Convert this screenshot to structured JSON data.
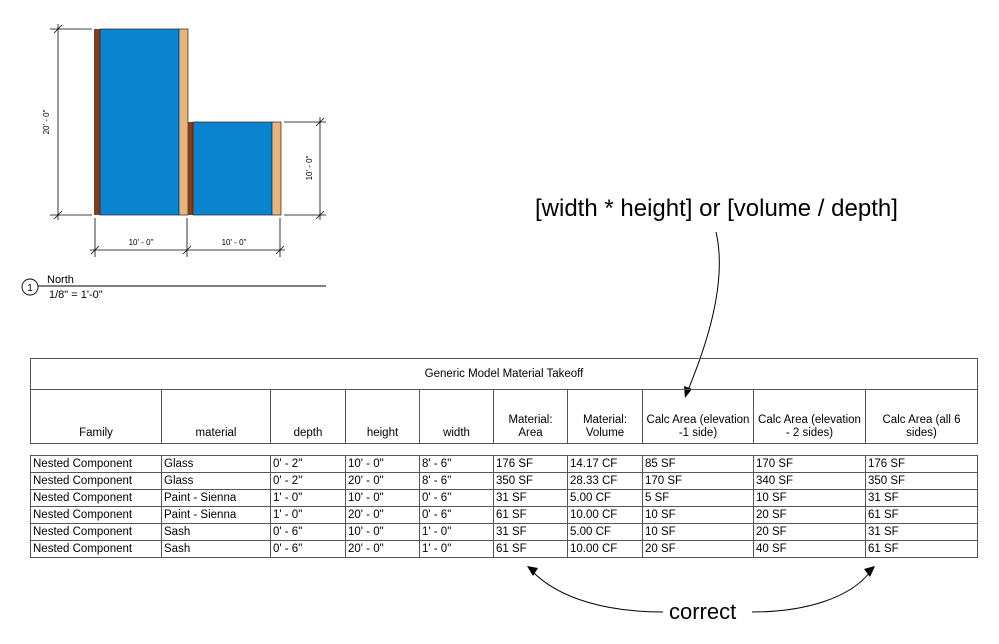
{
  "plan": {
    "dim_left": "20' - 0\"",
    "dim_right": "10' - 0\"",
    "dim_bottom_left": "10' - 0\"",
    "dim_bottom_right": "10' - 0\"",
    "view_number": "1",
    "view_name": "North",
    "view_scale": "1/8\" = 1'-0\"",
    "colors": {
      "glass": "#0b84cf",
      "sienna": "#7d3e22",
      "sash": "#e7b57c"
    }
  },
  "annotations": {
    "formula": "[width * height] or  [volume / depth]",
    "correct": "correct"
  },
  "schedule": {
    "title": "Generic Model Material Takeoff",
    "headers": [
      "Family",
      "material",
      "depth",
      "height",
      "width",
      "Material: Area",
      "Material: Volume",
      "Calc Area (elevation -1 side)",
      "Calc Area (elevation - 2 sides)",
      "Calc Area (all 6 sides)"
    ],
    "rows": [
      [
        "Nested Component",
        "Glass",
        "0' - 2\"",
        "10' - 0\"",
        "8' - 6\"",
        "176 SF",
        "14.17 CF",
        "85 SF",
        "170 SF",
        "176 SF"
      ],
      [
        "Nested Component",
        "Glass",
        "0' - 2\"",
        "20' - 0\"",
        "8' - 6\"",
        "350 SF",
        "28.33 CF",
        "170 SF",
        "340 SF",
        "350 SF"
      ],
      [
        "Nested Component",
        "Paint - Sienna",
        "1' - 0\"",
        "10' - 0\"",
        "0' - 6\"",
        "31 SF",
        "5.00 CF",
        "5 SF",
        "10 SF",
        "31 SF"
      ],
      [
        "Nested Component",
        "Paint - Sienna",
        "1' - 0\"",
        "20' - 0\"",
        "0' - 6\"",
        "61 SF",
        "10.00 CF",
        "10 SF",
        "20 SF",
        "61 SF"
      ],
      [
        "Nested Component",
        "Sash",
        "0' - 6\"",
        "10' - 0\"",
        "1' - 0\"",
        "31 SF",
        "5.00 CF",
        "10 SF",
        "20 SF",
        "31 SF"
      ],
      [
        "Nested Component",
        "Sash",
        "0' - 6\"",
        "20' - 0\"",
        "1' - 0\"",
        "61 SF",
        "10.00 CF",
        "20 SF",
        "40 SF",
        "61 SF"
      ]
    ]
  }
}
